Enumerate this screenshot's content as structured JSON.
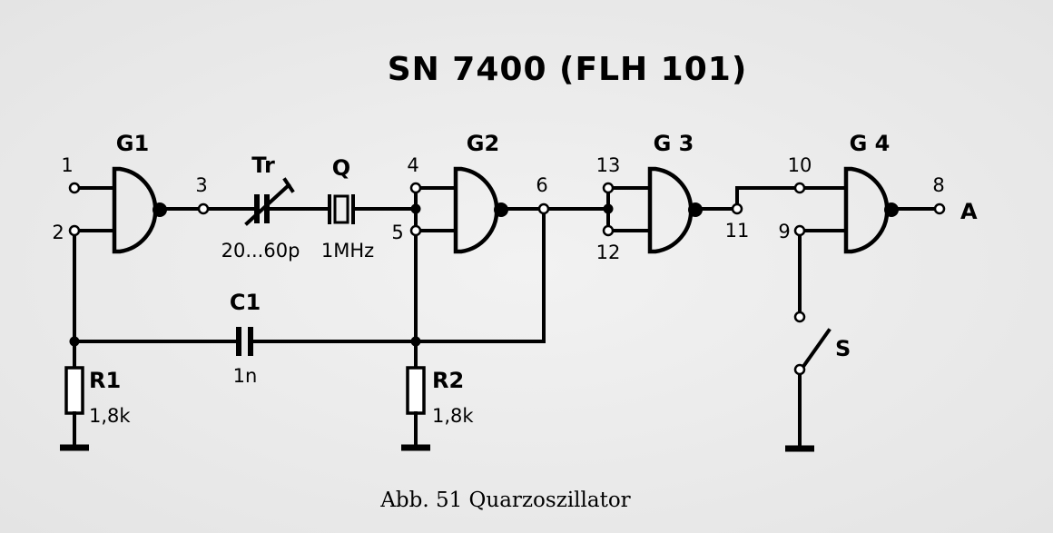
{
  "title": "SN 7400 (FLH 101)",
  "caption": "Abb. 51 Quarzoszillator",
  "gates": {
    "g1": "G1",
    "g2": "G2",
    "g3": "G 3",
    "g4": "G 4"
  },
  "pins": {
    "p1": "1",
    "p2": "2",
    "p3": "3",
    "p4": "4",
    "p5": "5",
    "p6": "6",
    "p8": "8",
    "p9": "9",
    "p10": "10",
    "p11": "11",
    "p12": "12",
    "p13": "13"
  },
  "components": {
    "trimmer_name": "Tr",
    "trimmer_value": "20...60p",
    "crystal_name": "Q",
    "crystal_value": "1MHz",
    "c1_name": "C1",
    "c1_value": "1n",
    "r1_name": "R1",
    "r1_value": "1,8k",
    "r2_name": "R2",
    "r2_value": "1,8k",
    "switch_name": "S",
    "output_name": "A"
  }
}
